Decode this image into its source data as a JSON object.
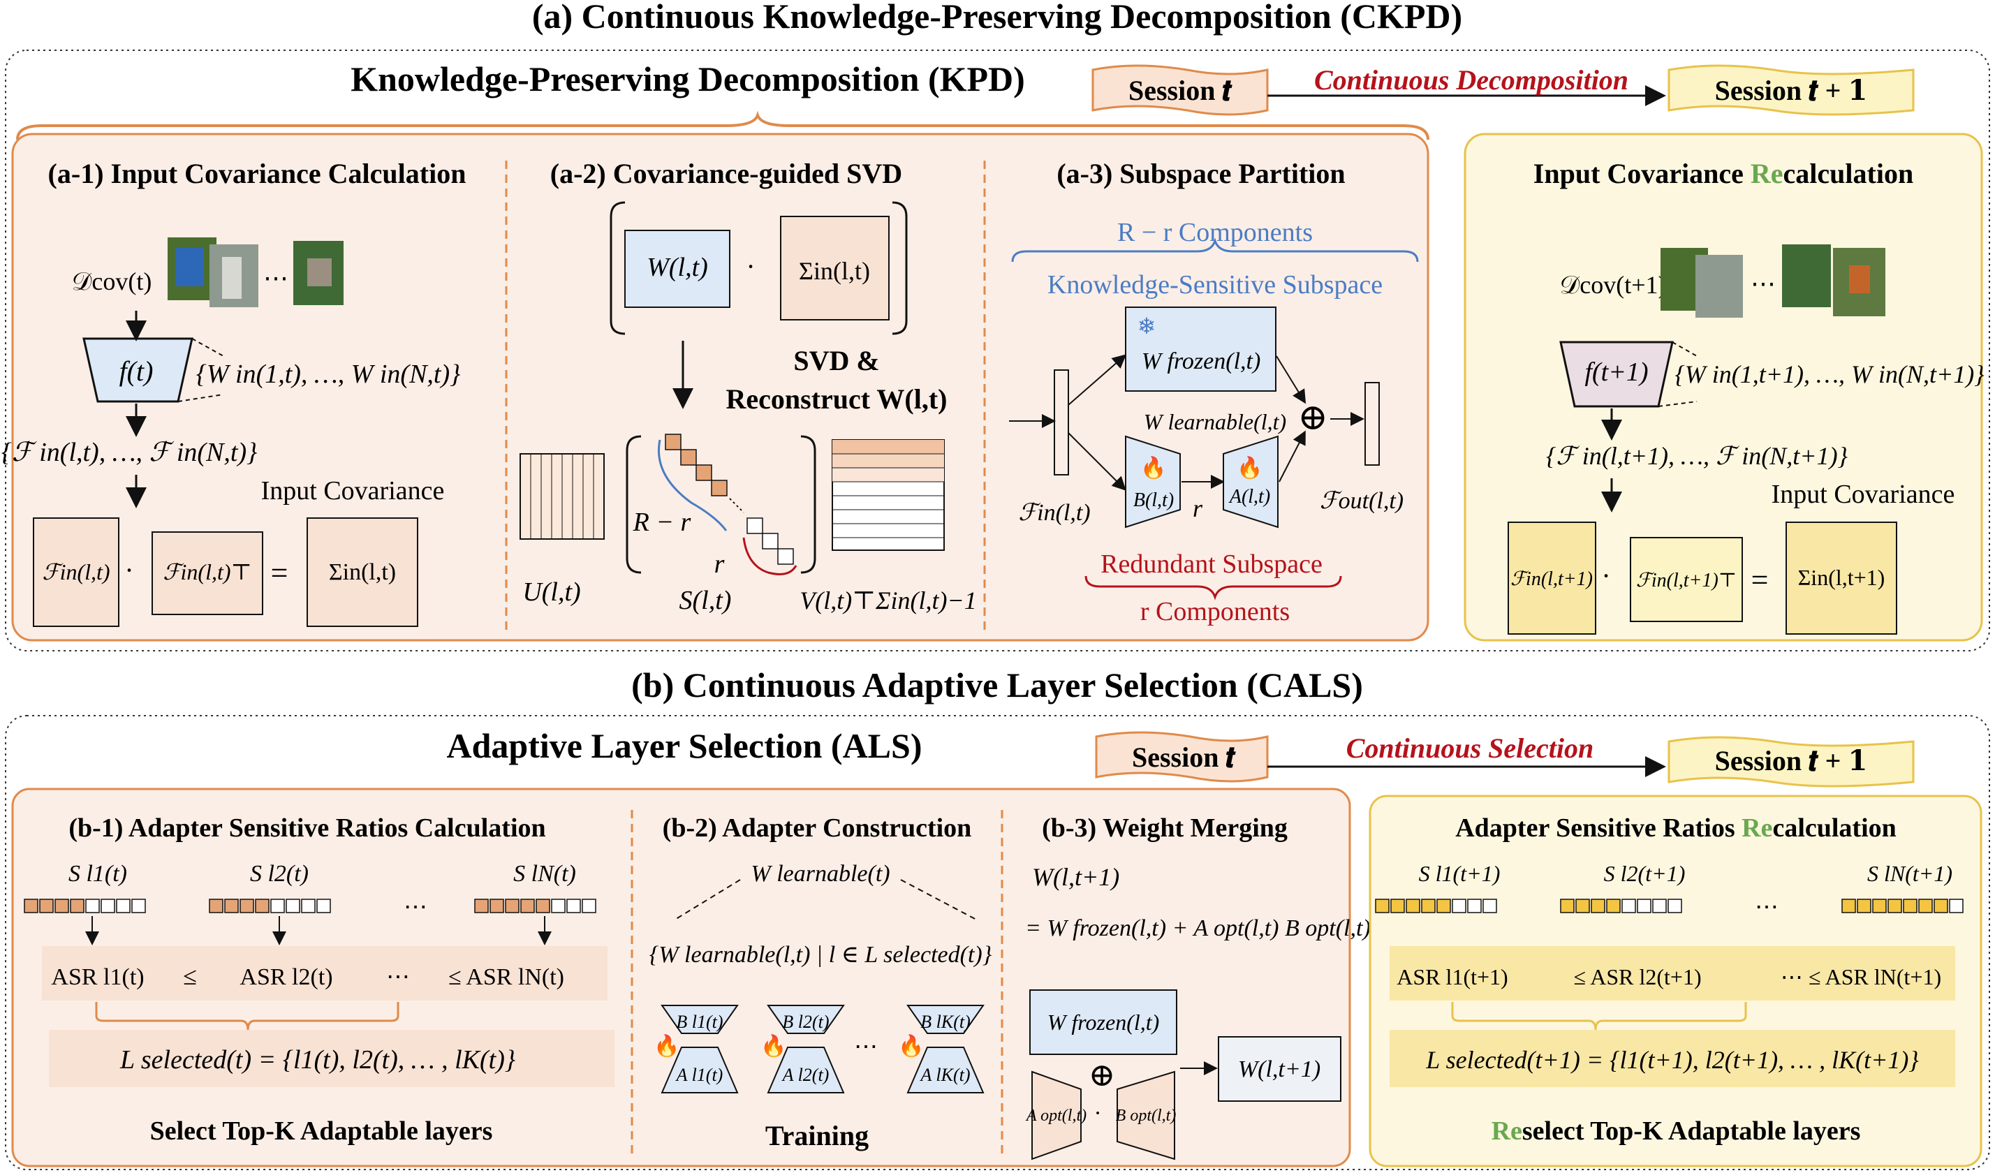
{
  "colors": {
    "orange_border": "#e08a4a",
    "orange_fill": "#fbeee6",
    "orange_panel": "#f8e2d4",
    "yellow_border": "#e8c24a",
    "yellow_fill": "#fdf7e0",
    "yellow_panel": "#f9e7a6",
    "blue_box": "#dde9f7",
    "blue_text": "#4a7cc4",
    "red_text": "#b5121b",
    "green_text": "#6aa84f"
  },
  "part_a": {
    "title": "(a) Continuous Knowledge-Preserving Decomposition (CKPD)",
    "kpd_title": "Knowledge-Preserving Decomposition (KPD)",
    "session_t": "Session 𝒕",
    "session_t1": "Session 𝒕 + 𝟏",
    "continuous_label": "Continuous Decomposition",
    "a1": {
      "title": "(a-1) Input Covariance Calculation",
      "dataset": "𝒟cov(t)",
      "ellipsis": "⋯",
      "model": "f(t)",
      "weights": "{W in(1,t), …, W in(N,t)}",
      "features": "{ℱ in(l,t), …, ℱ in(N,t)}",
      "cov_label": "Input Covariance",
      "f_left": "ℱin(l,t)",
      "dot": "·",
      "f_right": "ℱin(l,t)⊤",
      "equals": "=",
      "sigma": "Σin(l,t)"
    },
    "a2": {
      "title": "(a-2) Covariance-guided SVD",
      "w_box": "W(l,t)",
      "dot": "·",
      "sigma_box": "Σin(l,t)",
      "svd_label1": "SVD &",
      "svd_label2": "Reconstruct W(l,t)",
      "u_label": "U(l,t)",
      "s_label": "S(l,t)",
      "rr_label": "R − r",
      "r_label": "r",
      "v_label": "V(l,t)⊤Σin(l,t)−1"
    },
    "a3": {
      "title": "(a-3) Subspace Partition",
      "top_components": "R − r Components",
      "ks_subspace": "Knowledge-Sensitive Subspace",
      "frozen": "W frozen(l,t)",
      "learnable": "W learnable(l,t)",
      "b_label": "B(l,t)",
      "a_label": "A(l,t)",
      "r_label": "r",
      "oplus": "⊕",
      "fin": "ℱin(l,t)",
      "fout": "ℱout(l,t)",
      "redundant": "Redundant Subspace",
      "bottom_components": "r Components"
    },
    "recalc": {
      "title_prefix": "Input Covariance ",
      "title_re": "Re",
      "title_suffix": "calculation",
      "dataset": "𝒟cov(t+1)",
      "ellipsis": "⋯",
      "model": "f(t+1)",
      "weights": "{W in(1,t+1), …, W in(N,t+1)}",
      "features": "{ℱ in(l,t+1), …, ℱ in(N,t+1)}",
      "cov_label": "Input Covariance",
      "f_left": "ℱin(l,t+1)",
      "dot": "·",
      "f_right": "ℱin(l,t+1)⊤",
      "equals": "=",
      "sigma": "Σin(l,t+1)"
    }
  },
  "part_b": {
    "title": "(b) Continuous Adaptive Layer Selection (CALS)",
    "als_title": "Adaptive Layer Selection (ALS)",
    "session_t": "Session 𝒕",
    "session_t1": "Session 𝒕 + 𝟏",
    "continuous_label": "Continuous Selection",
    "b1": {
      "title": "(b-1) Adapter Sensitive Ratios Calculation",
      "s1": "S l1(t)",
      "s2": "S l2(t)",
      "sn": "S lN(t)",
      "dots": "⋯",
      "asr_row": [
        "ASR l1(t)",
        "≤",
        "ASR l2(t)",
        "⋯",
        "≤ ASR lN(t)"
      ],
      "selected": "L selected(t) = {l1(t), l2(t), … , lK(t)}",
      "footer": "Select Top-K Adaptable layers"
    },
    "b2": {
      "title": "(b-2) Adapter Construction",
      "w_learnable": "W learnable(t)",
      "set": "{W learnable(l,t) | l ∈ L selected(t)}",
      "b_labels": [
        "B l1(t)",
        "B l2(t)",
        "B lK(t)"
      ],
      "a_labels": [
        "A l1(t)",
        "A l2(t)",
        "A lK(t)"
      ],
      "dots": "⋯",
      "footer": "Training"
    },
    "b3": {
      "title": "(b-3) Weight Merging",
      "eq1": "W(l,t+1)",
      "eq2": "= W frozen(l,t) + A opt(l,t) B opt(l,t)",
      "frozen": "W frozen(l,t)",
      "oplus": "⊕",
      "a_opt": "A opt(l,t)",
      "dot": "·",
      "b_opt": "B opt(l,t)",
      "result": "W(l,t+1)"
    },
    "recalc": {
      "title_prefix": "Adapter Sensitive Ratios ",
      "title_re": "Re",
      "title_suffix": "calculation",
      "s1": "S l1(t+1)",
      "s2": "S l2(t+1)",
      "sn": "S lN(t+1)",
      "dots": "⋯",
      "asr_row": [
        "ASR l1(t+1)",
        "≤ ASR l2(t+1)",
        "⋯ ≤ ASR lN(t+1)"
      ],
      "selected": "L selected(t+1) = {l1(t+1), l2(t+1), … , lK(t+1)}",
      "footer_re": "Re",
      "footer_rest": "select Top-K Adaptable layers"
    }
  }
}
